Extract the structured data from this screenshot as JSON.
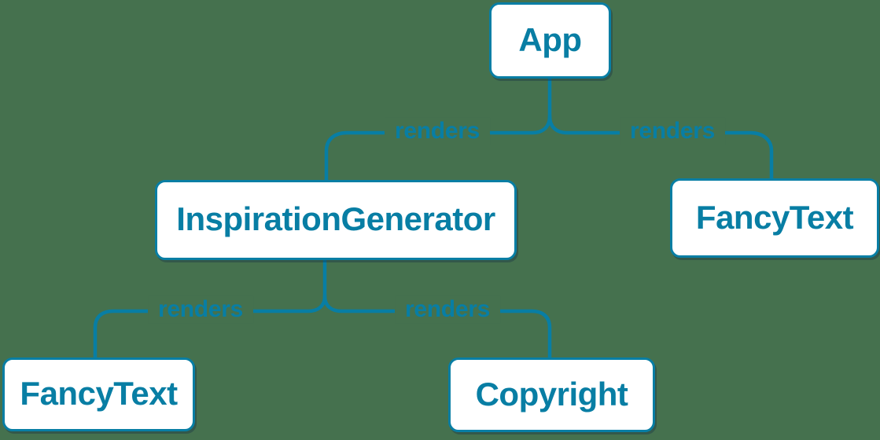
{
  "colors": {
    "accent": "#087EA4",
    "background": "#45714E",
    "node_fill": "#FFFFFF"
  },
  "nodes": {
    "app": {
      "label": "App"
    },
    "inspiration_generator": {
      "label": "InspirationGenerator"
    },
    "fancy_text_top": {
      "label": "FancyText"
    },
    "fancy_text_bottom": {
      "label": "FancyText"
    },
    "copyright": {
      "label": "Copyright"
    }
  },
  "edges": [
    {
      "from": "App",
      "to": "InspirationGenerator",
      "label": "renders"
    },
    {
      "from": "App",
      "to": "FancyText",
      "label": "renders"
    },
    {
      "from": "InspirationGenerator",
      "to": "FancyText",
      "label": "renders"
    },
    {
      "from": "InspirationGenerator",
      "to": "Copyright",
      "label": "renders"
    }
  ]
}
